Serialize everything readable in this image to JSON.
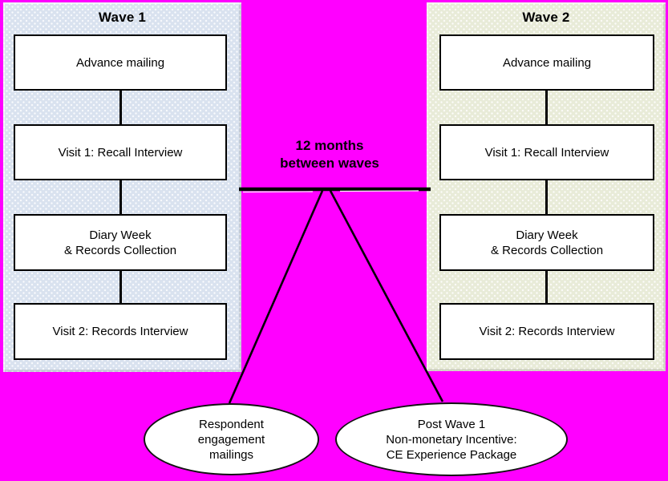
{
  "canvas": {
    "background_color": "#ff00ff",
    "panel_colors": {
      "wave1": "#d9e2ef",
      "wave2": "#e8ebd8"
    },
    "line_color": "#000000",
    "box_fill": "#ffffff"
  },
  "timeline": {
    "label": "12 months\nbetween waves"
  },
  "panels": [
    {
      "title": "Wave 1",
      "background_color": "#d9e2ef",
      "steps": [
        {
          "label": "Advance mailing"
        },
        {
          "label": "Visit 1: Recall Interview"
        },
        {
          "label": "Diary Week\n& Records Collection"
        },
        {
          "label": "Visit 2: Records Interview"
        }
      ]
    },
    {
      "title": "Wave 2",
      "background_color": "#e8ebd8",
      "steps": [
        {
          "label": "Advance mailing"
        },
        {
          "label": "Visit 1: Recall Interview"
        },
        {
          "label": "Diary Week\n& Records Collection"
        },
        {
          "label": "Visit 2: Records Interview"
        }
      ]
    }
  ],
  "callouts": [
    {
      "text": "Respondent\nengagement\nmailings"
    },
    {
      "text": "Post Wave 1\nNon-monetary Incentive:\nCE Experience Package"
    }
  ]
}
